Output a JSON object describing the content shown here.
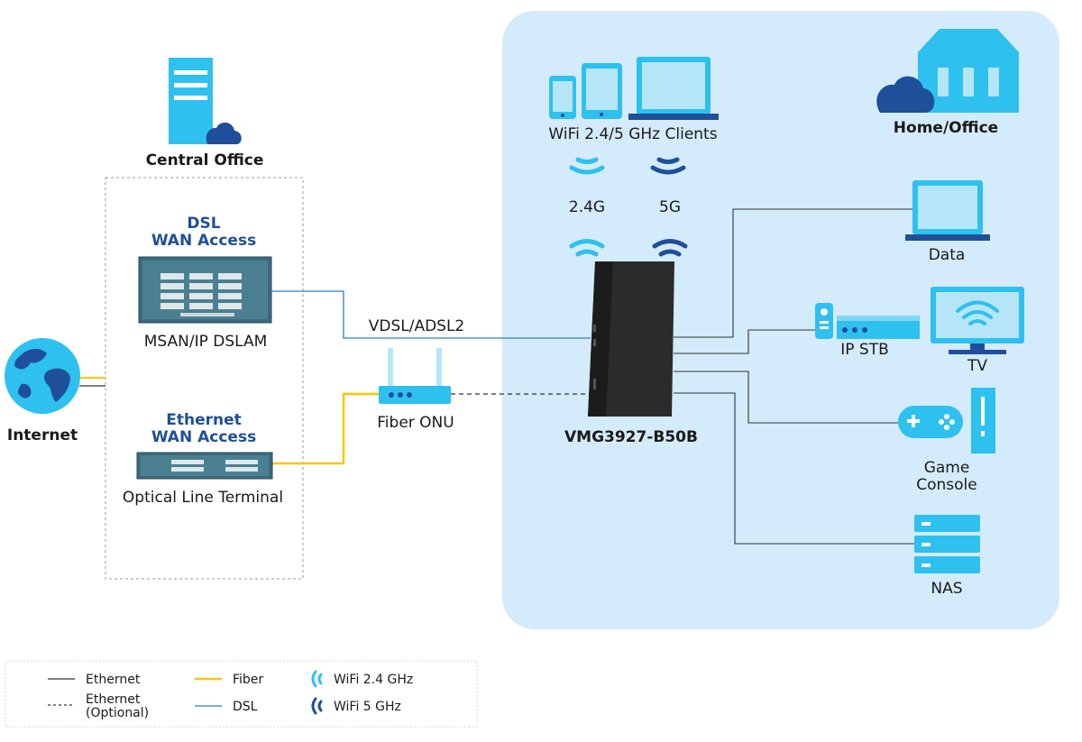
{
  "colors": {
    "home_bg": "#d4ebfb",
    "accent_light": "#2ec0ef",
    "accent_dark": "#1f4f9a",
    "ethernet": "#333333",
    "fiber": "#ffc400",
    "dsl": "#2a7fc4"
  },
  "central_office": {
    "title": "Central Office",
    "dsl_heading_1": "DSL",
    "dsl_heading_2": "WAN Access",
    "dslam_label": "MSAN/IP DSLAM",
    "eth_heading_1": "Ethernet",
    "eth_heading_2": "WAN Access",
    "olt_label": "Optical Line Terminal"
  },
  "internet": {
    "label": "Internet"
  },
  "links": {
    "vdsl_label": "VDSL/ADSL2",
    "onu_label": "Fiber ONU"
  },
  "home": {
    "title": "Home/Office",
    "clients_label": "WiFi 2.4/5 GHz Clients",
    "band_24": "2.4G",
    "band_5": "5G",
    "router_model": "VMG3927-B50B",
    "devices": {
      "data": "Data",
      "stb": "IP STB",
      "tv": "TV",
      "game_1": "Game",
      "game_2": "Console",
      "nas": "NAS"
    }
  },
  "legend": {
    "ethernet": "Ethernet",
    "ethernet_opt_1": "Ethernet",
    "ethernet_opt_2": "(Optional)",
    "fiber": "Fiber",
    "dsl": "DSL",
    "wifi24": "WiFi 2.4 GHz",
    "wifi5": "WiFi 5 GHz"
  }
}
